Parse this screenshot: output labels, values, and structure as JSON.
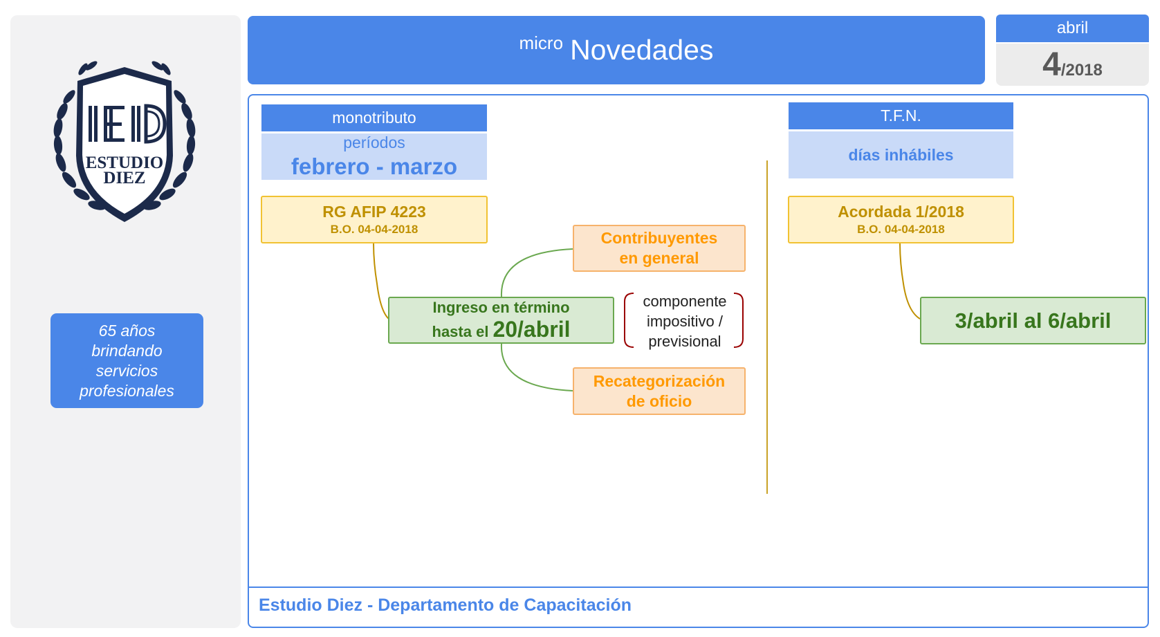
{
  "sidebar": {
    "logo": {
      "monogram": "IED",
      "line1": "ESTUDIO",
      "line2": "DIEZ"
    },
    "badge_lines": [
      "65 años",
      "brindando",
      "servicios",
      "profesionales"
    ]
  },
  "header": {
    "prefix": "micro",
    "title": "Novedades"
  },
  "date": {
    "month": "abril",
    "day": "4",
    "year": "/2018"
  },
  "left_column": {
    "tab": "monotributo",
    "subtitle": "períodos",
    "period": "febrero - marzo",
    "source": {
      "title": "RG AFIP 4223",
      "subtitle": "B.O. 04-04-2018"
    },
    "main_node": {
      "line1": "Ingreso en término",
      "line2_prefix": "hasta el",
      "line2_date": "20/abril"
    },
    "branches": [
      {
        "line1": "Contribuyentes",
        "line2": "en general"
      },
      {
        "line1": "Recategorización",
        "line2": "de oficio"
      }
    ],
    "note_lines": [
      "componente",
      "impositivo /",
      "previsional"
    ]
  },
  "right_column": {
    "tab": "T.F.N.",
    "subtitle": "días inhábiles",
    "source": {
      "title": "Acordada 1/2018",
      "subtitle": "B.O. 04-04-2018"
    },
    "result": "3/abril al 6/abril"
  },
  "footer": {
    "text": "Estudio Diez - Departamento de Capacitación"
  },
  "colors": {
    "primary_blue": "#4a86e8",
    "light_blue": "#c9daf8",
    "yellow_fill": "#fff2cc",
    "yellow_border": "#f1c232",
    "yellow_text": "#bf9000",
    "orange_fill": "#fce5cd",
    "orange_border": "#f6b26b",
    "orange_text": "#ff9900",
    "green_fill": "#d9ead3",
    "green_border": "#6aa84f",
    "green_text": "#38761d",
    "logo_navy": "#1c2a4a",
    "divider": "#c9a227",
    "bracket": "#990000"
  }
}
